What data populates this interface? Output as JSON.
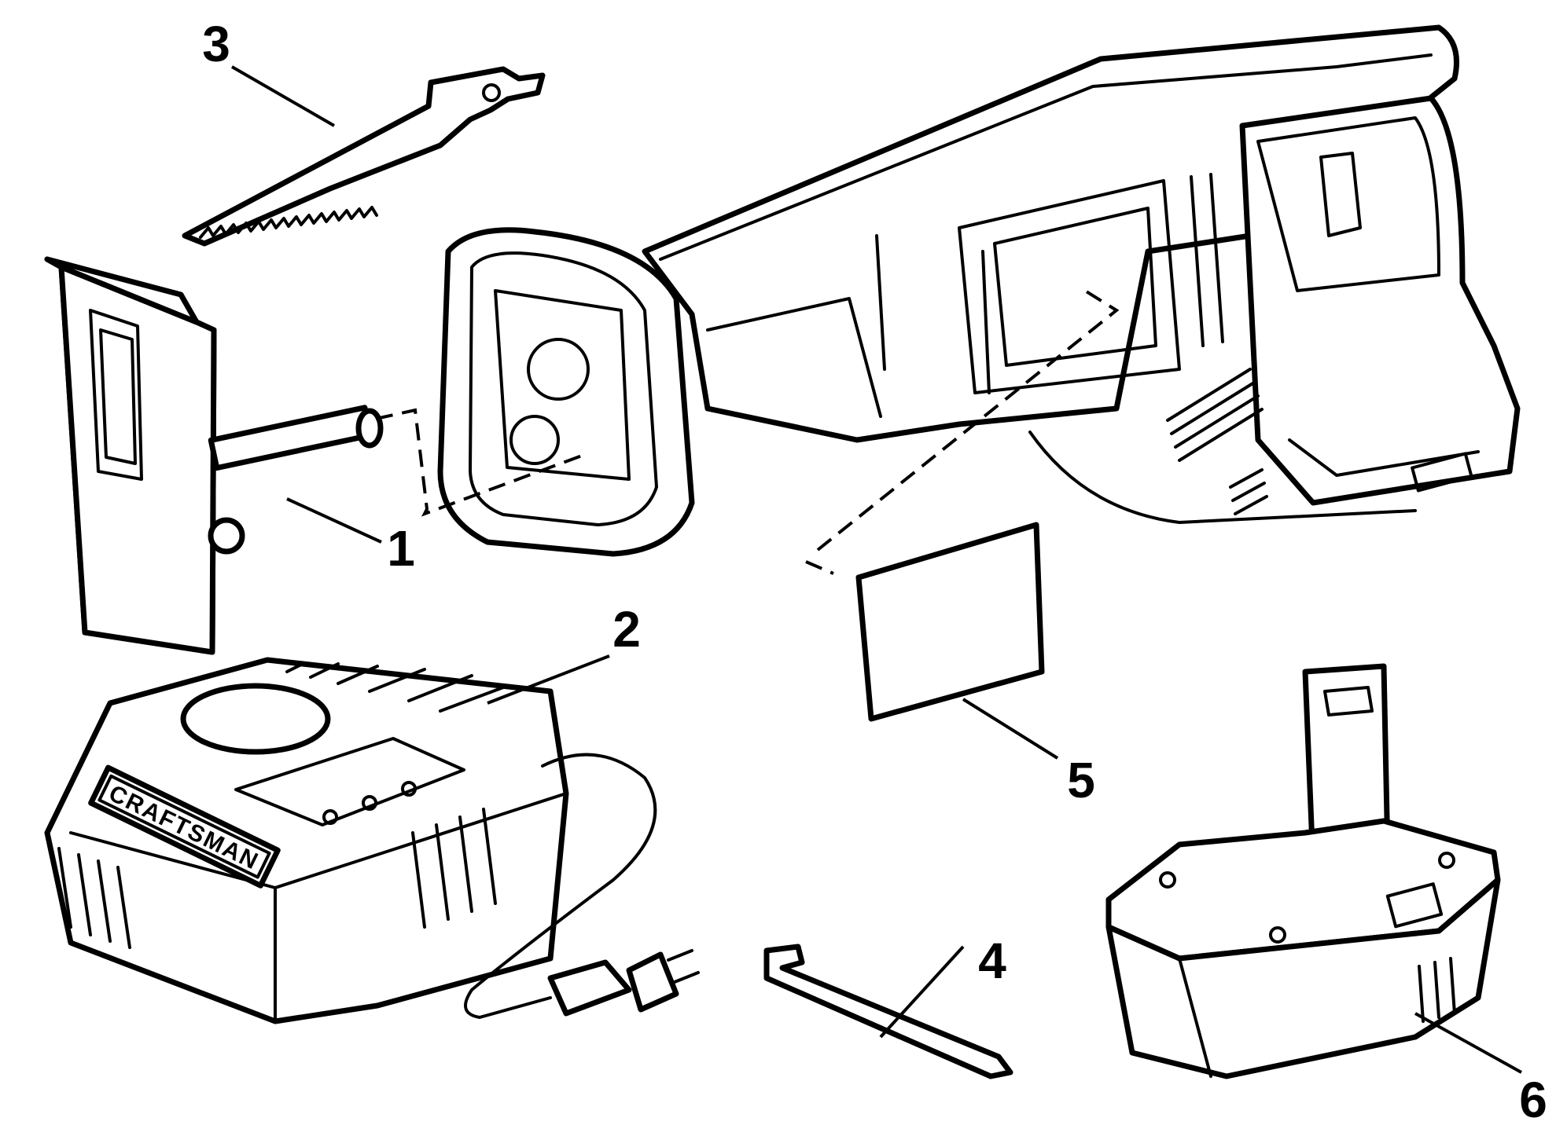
{
  "diagram": {
    "callouts": [
      "1",
      "2",
      "3",
      "4",
      "5",
      "6"
    ],
    "charger_brand": "CRAFTSMAN"
  },
  "colors": {
    "ink": "#000000",
    "paper": "#ffffff"
  }
}
